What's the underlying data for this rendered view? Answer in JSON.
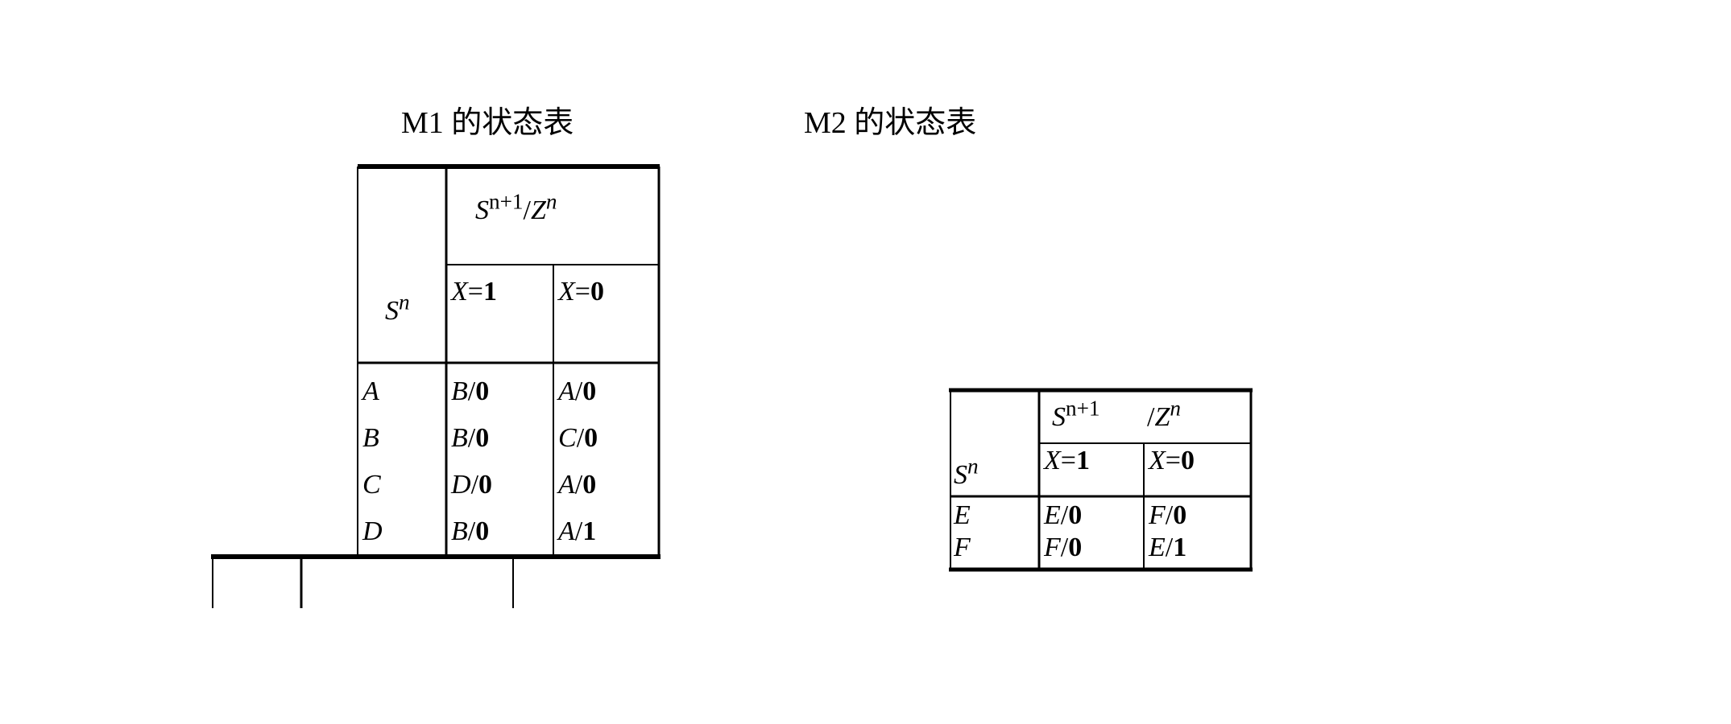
{
  "m1": {
    "caption": "M1 的状态表",
    "header": {
      "next_state_base": "S",
      "next_state_sup": "n+1",
      "slash": "/",
      "output_base": "Z",
      "output_sup": "n",
      "state_base": "S",
      "state_sup": "n",
      "col_x1_var": "X",
      "col_x1_eq": "=",
      "col_x1_val": "1",
      "col_x0_var": "X",
      "col_x0_eq": "=",
      "col_x0_val": "0"
    },
    "rows": [
      {
        "state": "A",
        "x1_next": "B",
        "x1_out": "0",
        "x0_next": "A",
        "x0_out": "0"
      },
      {
        "state": "B",
        "x1_next": "B",
        "x1_out": "0",
        "x0_next": "C",
        "x0_out": "0"
      },
      {
        "state": "C",
        "x1_next": "D",
        "x1_out": "0",
        "x0_next": "A",
        "x0_out": "0"
      },
      {
        "state": "D",
        "x1_next": "B",
        "x1_out": "0",
        "x0_next": "A",
        "x0_out": "1"
      }
    ]
  },
  "m2": {
    "caption": "M2 的状态表",
    "header": {
      "next_state_base": "S",
      "next_state_sup": "n+1",
      "slash": "/",
      "output_base": "Z",
      "output_sup": "n",
      "state_base": "S",
      "state_sup": "n",
      "col_x1_var": "X",
      "col_x1_eq": "=",
      "col_x1_val": "1",
      "col_x0_var": "X",
      "col_x0_eq": "=",
      "col_x0_val": "0"
    },
    "rows": [
      {
        "state": "E",
        "x1_next": "E",
        "x1_out": "0",
        "x0_next": "F",
        "x0_out": "0"
      },
      {
        "state": "F",
        "x1_next": "F",
        "x1_out": "0",
        "x0_next": "E",
        "x0_out": "1"
      }
    ]
  }
}
